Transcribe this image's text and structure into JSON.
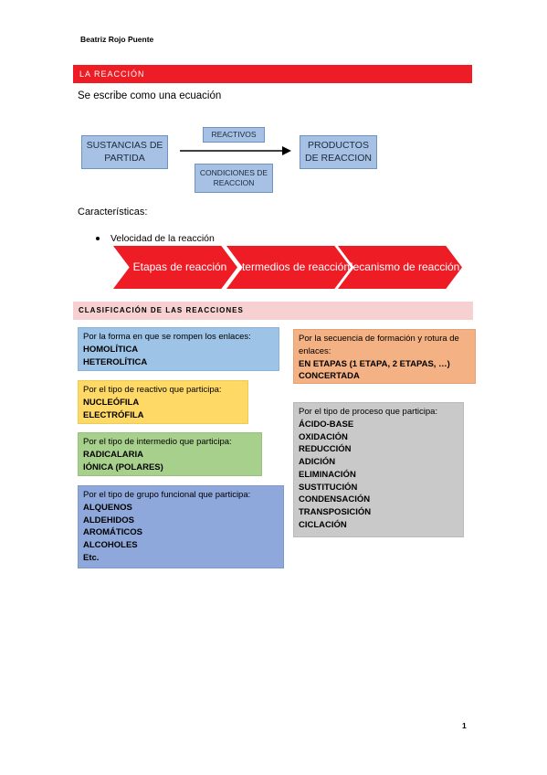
{
  "header": {
    "author": "Beatriz Rojo Puente"
  },
  "section": {
    "title": "LA REACCIÓN",
    "intro": "Se escribe como una ecuación"
  },
  "equation": {
    "left": "SUSTANCIAS DE PARTIDA",
    "reactives": "REACTIVOS",
    "conditions": "CONDICIONES DE REACCION",
    "right": "PRODUCTOS DE REACCION"
  },
  "characteristics": {
    "title": "Características:",
    "bullet": "Velocidad de la reacción",
    "steps": [
      "Etapas de reacción",
      "Intermedios de reacción",
      "Mecanismo de reacción"
    ]
  },
  "classification": {
    "title": "CLASIFICACIÓN DE LAS REACCIONES",
    "boxes": [
      {
        "heading": "Por la forma en que se rompen los enlaces:",
        "items": [
          "HOMOLÍTICA",
          "HETEROLÍTICA"
        ],
        "color": "#9dc3e6"
      },
      {
        "heading": "Por el tipo de reactivo que participa:",
        "items": [
          "NUCLEÓFILA",
          "ELECTRÓFILA"
        ],
        "color": "#ffd966"
      },
      {
        "heading": "Por el tipo de intermedio que participa:",
        "items": [
          "RADICALARIA",
          "IÓNICA (POLARES)"
        ],
        "color": "#a8d08d"
      },
      {
        "heading": "Por el tipo de grupo funcional que participa:",
        "items": [
          "ALQUENOS",
          "ALDEHIDOS",
          "AROMÁTICOS",
          "ALCOHOLES",
          "Etc."
        ],
        "color": "#8fa8dc"
      },
      {
        "heading": "Por la secuencia de formación y rotura de enlaces:",
        "items": [
          "EN ETAPAS (1 ETAPA, 2 ETAPAS, …)",
          "CONCERTADA"
        ],
        "color": "#f4b183"
      },
      {
        "heading": "Por el tipo de proceso que participa:",
        "items": [
          "ÁCIDO-BASE",
          "OXIDACIÓN",
          "REDUCCIÓN",
          "ADICIÓN",
          "ELIMINACIÓN",
          "SUSTITUCIÓN",
          "CONDENSACIÓN",
          "TRANSPOSICIÓN",
          "CICLACIÓN"
        ],
        "color": "#c9c9c9"
      }
    ]
  },
  "footer": {
    "page": "1"
  },
  "colors": {
    "accent": "#ee1c25",
    "section_light": "#f7d0d2",
    "flow_box": "#a6c1e4"
  }
}
